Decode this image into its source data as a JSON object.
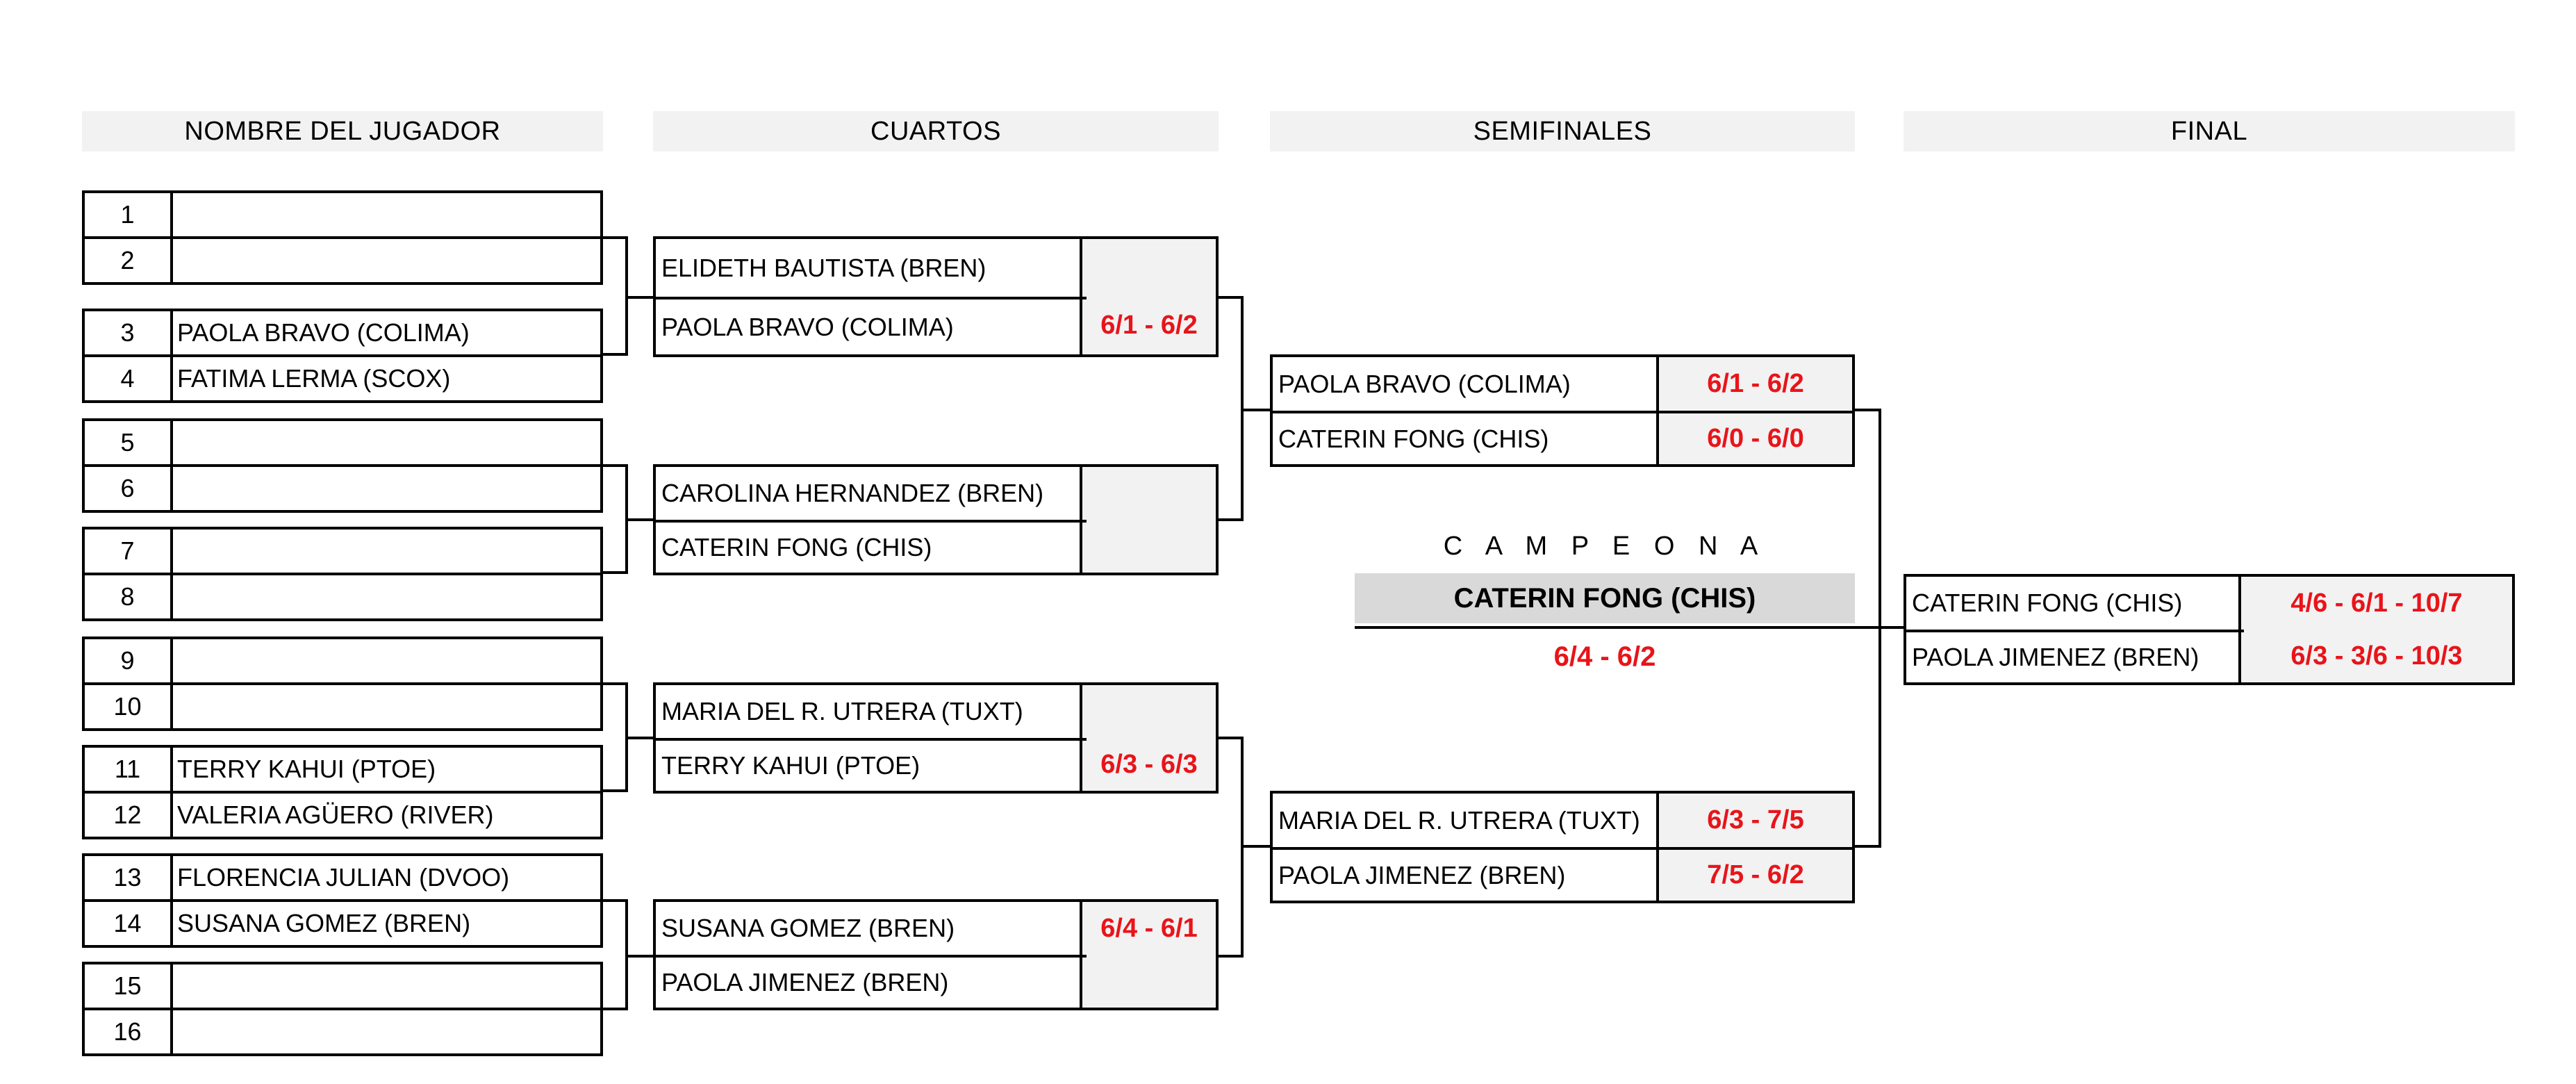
{
  "headers": {
    "players": "NOMBRE DEL JUGADOR",
    "quarters": "CUARTOS",
    "semis": "SEMIFINALES",
    "final": "FINAL"
  },
  "players": [
    {
      "num": "1",
      "name": ""
    },
    {
      "num": "2",
      "name": ""
    },
    {
      "num": "3",
      "name": "PAOLA BRAVO (COLIMA)"
    },
    {
      "num": "4",
      "name": "FATIMA LERMA (SCOX)"
    },
    {
      "num": "5",
      "name": ""
    },
    {
      "num": "6",
      "name": ""
    },
    {
      "num": "7",
      "name": ""
    },
    {
      "num": "8",
      "name": ""
    },
    {
      "num": "9",
      "name": ""
    },
    {
      "num": "10",
      "name": ""
    },
    {
      "num": "11",
      "name": "TERRY KAHUI (PTOE)"
    },
    {
      "num": "12",
      "name": "VALERIA AGÜERO (RIVER)"
    },
    {
      "num": "13",
      "name": "FLORENCIA JULIAN (DVOO)"
    },
    {
      "num": "14",
      "name": "SUSANA GOMEZ  (BREN)"
    },
    {
      "num": "15",
      "name": ""
    },
    {
      "num": "16",
      "name": ""
    }
  ],
  "quarters": [
    {
      "p1": "ELIDETH BAUTISTA (BREN)",
      "p2": "PAOLA BRAVO (COLIMA)",
      "s1": "",
      "s2": "6/1 - 6/2"
    },
    {
      "p1": "CAROLINA HERNANDEZ (BREN)",
      "p2": "CATERIN FONG (CHIS)",
      "s1": "",
      "s2": ""
    },
    {
      "p1": "MARIA DEL R. UTRERA (TUXT)",
      "p2": "TERRY KAHUI (PTOE)",
      "s1": "",
      "s2": "6/3 - 6/3"
    },
    {
      "p1": "SUSANA GOMEZ  (BREN)",
      "p2": "PAOLA JIMENEZ (BREN)",
      "s1": "6/4 - 6/1",
      "s2": ""
    }
  ],
  "semis": [
    {
      "p1": "PAOLA BRAVO (COLIMA)",
      "p2": "CATERIN FONG (CHIS)",
      "s1": "6/1 - 6/2",
      "s2": "6/0 - 6/0"
    },
    {
      "p1": "MARIA DEL R. UTRERA (TUXT)",
      "p2": "PAOLA JIMENEZ (BREN)",
      "s1": "6/3 - 7/5",
      "s2": "7/5 - 6/2"
    }
  ],
  "final": {
    "p1": "CATERIN FONG (CHIS)",
    "p2": "PAOLA JIMENEZ (BREN)",
    "s1": "4/6 - 6/1 - 10/7",
    "s2": "6/3 - 3/6 - 10/3"
  },
  "champion": {
    "label": "C A M P E O N A",
    "name": "CATERIN FONG (CHIS)",
    "score": "6/4 - 6/2"
  }
}
